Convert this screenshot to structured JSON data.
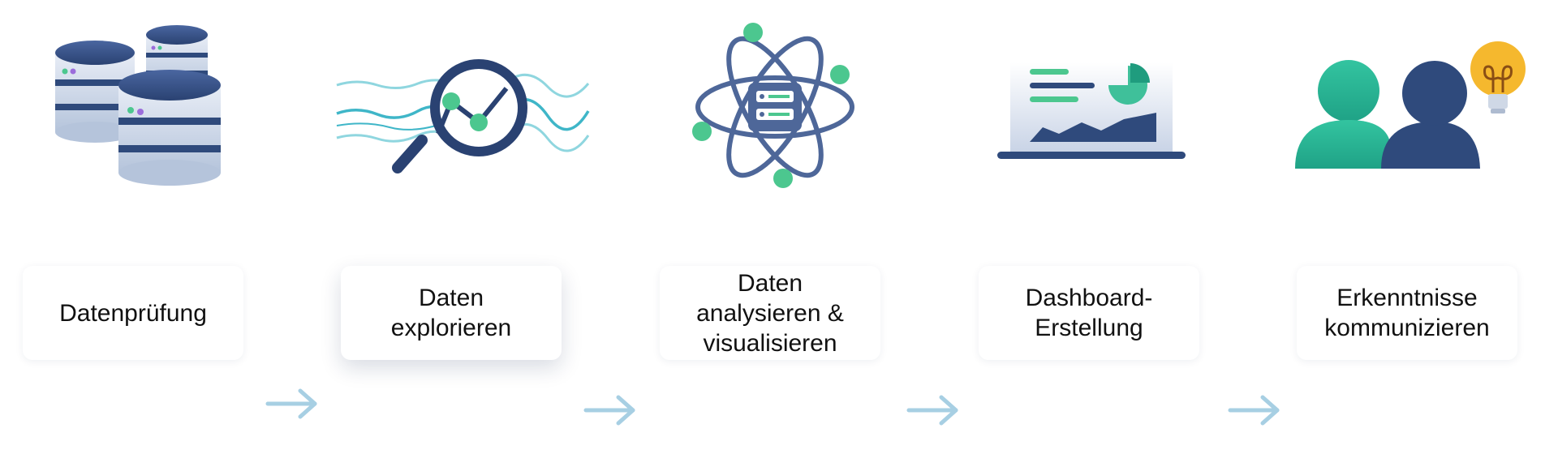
{
  "steps": [
    {
      "label": "Datenprüfung",
      "icon": "database-icon"
    },
    {
      "label": "Daten\nexplorieren",
      "icon": "magnifier-chart-icon"
    },
    {
      "label": "Daten\nanalysieren &\nvisualisieren",
      "icon": "atom-server-icon"
    },
    {
      "label": "Dashboard-\nErstellung",
      "icon": "dashboard-monitor-icon"
    },
    {
      "label": "Erkenntnisse\nkommunizieren",
      "icon": "people-lightbulb-icon"
    }
  ],
  "colors": {
    "navy": "#2f4a7c",
    "teal": "#2ab593",
    "green_dot": "#4cc78f",
    "cyan_wave": "#3fb6c8",
    "arrow": "#a7cfe3",
    "bulb": "#f5b82e"
  }
}
